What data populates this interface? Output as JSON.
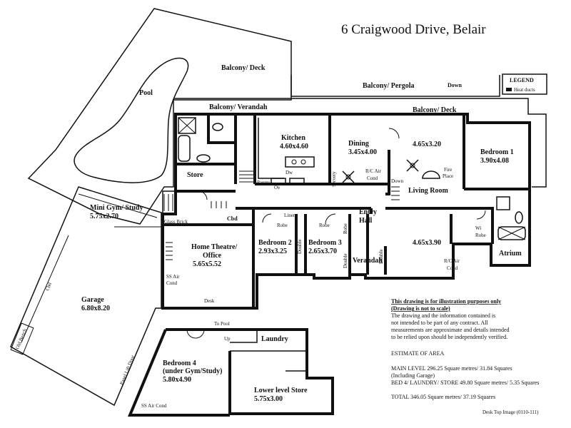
{
  "title": "6 Craigwood Drive,  Belair",
  "legend": {
    "heading": "LEGEND",
    "heat_ducts": "Heat ducts"
  },
  "rooms": {
    "pool": "Pool",
    "balcony_deck_top": "Balcony/ Deck",
    "balcony_pergola": "Balcony/ Pergola",
    "down_top": "Down",
    "balcony_verandah": "Balcony/ Verandah",
    "balcony_deck_right": "Balcony/ Deck",
    "kitchen": {
      "name": "Kitchen",
      "dims": "4.60x4.60"
    },
    "dw": "Dw",
    "pantry": "Pantry",
    "ov": "Ov",
    "dining": {
      "name": "Dining",
      "dims": "3.45x4.00"
    },
    "servery": "Servery",
    "lounge_dims": "4.65x3.20",
    "rc_air_cond_1": {
      "line1": "R/C Air",
      "line2": "Cond"
    },
    "fire_place": {
      "line1": "Fire",
      "line2": "Place"
    },
    "down_living": "Down",
    "living_room": "Living Room",
    "bedroom1": {
      "name": "Bedroom 1",
      "dims": "3.90x4.08"
    },
    "store": "Store",
    "mini_gym": {
      "name": "Mini Gym/ Study",
      "dims": "5.75x2.70"
    },
    "glass_brick": "Glass Brick",
    "cbd": "Cbd",
    "linen": "Linen",
    "robe_1": "Robe",
    "robe_2": "Robe",
    "robe_3": "Robe",
    "double_1": "Double",
    "double_2": "Double",
    "double_3": "Double",
    "home_theatre": {
      "line1": "Home Theatre/",
      "line2": "Office",
      "dims": "5.65x5.52"
    },
    "bedroom2": {
      "name": "Bedroom 2",
      "dims": "2.93x3.25"
    },
    "bedroom3": {
      "name": "Bedroom 3",
      "dims": "2.65x3.70"
    },
    "entry_hall": {
      "line1": "Entry",
      "line2": "Hall"
    },
    "verandah": "Verandah",
    "family_dims": "4.65x3.90",
    "rc_air_cond_2": {
      "line1": "R/C Air",
      "line2": "Cond"
    },
    "wi_robe": {
      "line1": "Wi",
      "line2": "Robe"
    },
    "atrium": "Atrium",
    "ss_air_cond_1": {
      "line1": "SS Air",
      "line2": "Cond"
    },
    "desk": "Desk",
    "garage": {
      "name": "Garage",
      "dims": "6.80x8.20"
    },
    "cbd_garage": "Cbd",
    "old_bench": "Old Bench",
    "panel_lift_door": "Panel Lift Door",
    "to_pool": "To Pool",
    "up": "Up",
    "laundry": "Laundry",
    "bedroom4": {
      "line1": "Bedroom 4",
      "line2": "(under Gym/Study)",
      "dims": "5.80x4.90"
    },
    "lower_store": {
      "name": "Lower level Store",
      "dims": "5.75x3.00"
    },
    "ss_air_cond_2": "SS Air Cond"
  },
  "notes": {
    "disclaimer_1": "This drawing is for illustration purposes only",
    "disclaimer_2": "(Drawing is not to scale)",
    "body": [
      "The drawing and the information contained is",
      "not intended to be part of any contract.  All",
      "measurements are approximate and details intended",
      "to be relied upon should be independently verified."
    ],
    "estimate_heading": "ESTIMATE OF AREA",
    "main_level": "MAIN LEVEL  296.25 Square metres/ 31.84 Squares",
    "including_garage": "(Including Garage)",
    "bed4": "BED 4/ LAUNDRY/ STORE  49.80 Square metres/ 5.35 Squares",
    "total": "TOTAL  346.05 Square metres/ 37.19 Squares"
  },
  "footer": "Desk Top Image  (0110-111)"
}
